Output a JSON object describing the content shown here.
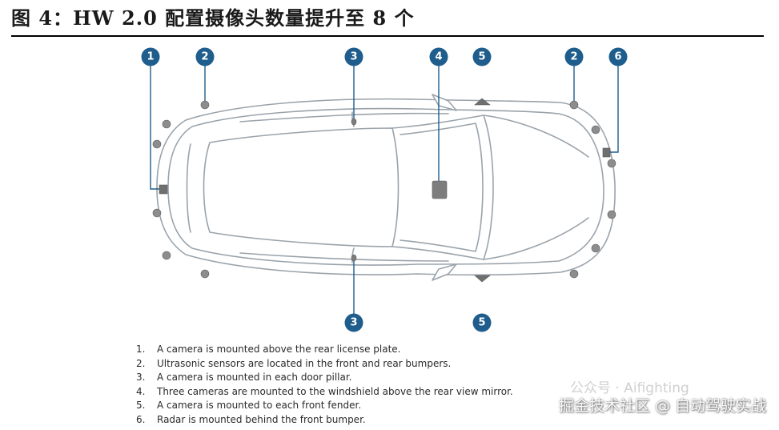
{
  "title": {
    "label": "图 4：",
    "text": "HW 2.0 配置摄像头数量提升至 8 个"
  },
  "colors": {
    "badge": "#1e5d8c",
    "outline": "#9aa3ab",
    "sensor": "#8d8d8d",
    "leader": "#1e5d8c"
  },
  "callouts": [
    {
      "key": "c1",
      "number": "1"
    },
    {
      "key": "c2a",
      "number": "2"
    },
    {
      "key": "c3a",
      "number": "3"
    },
    {
      "key": "c4",
      "number": "4"
    },
    {
      "key": "c5a",
      "number": "5"
    },
    {
      "key": "c2b",
      "number": "2"
    },
    {
      "key": "c6",
      "number": "6"
    },
    {
      "key": "c3b",
      "number": "3"
    },
    {
      "key": "c5b",
      "number": "5"
    }
  ],
  "legend": [
    {
      "num": "1.",
      "text": "A camera is mounted above the rear license plate."
    },
    {
      "num": "2.",
      "text": "Ultrasonic sensors are located in the front and rear bumpers."
    },
    {
      "num": "3.",
      "text": "A camera is mounted in each door pillar."
    },
    {
      "num": "4.",
      "text": "Three cameras are mounted to the windshield above the rear view mirror."
    },
    {
      "num": "5.",
      "text": "A camera is mounted to each front fender."
    },
    {
      "num": "6.",
      "text": "Radar is mounted behind the front bumper."
    }
  ],
  "watermark": {
    "faint": "公众号 · Aifighting",
    "main": "掘金技术社区 @ 自动驾驶实战"
  }
}
